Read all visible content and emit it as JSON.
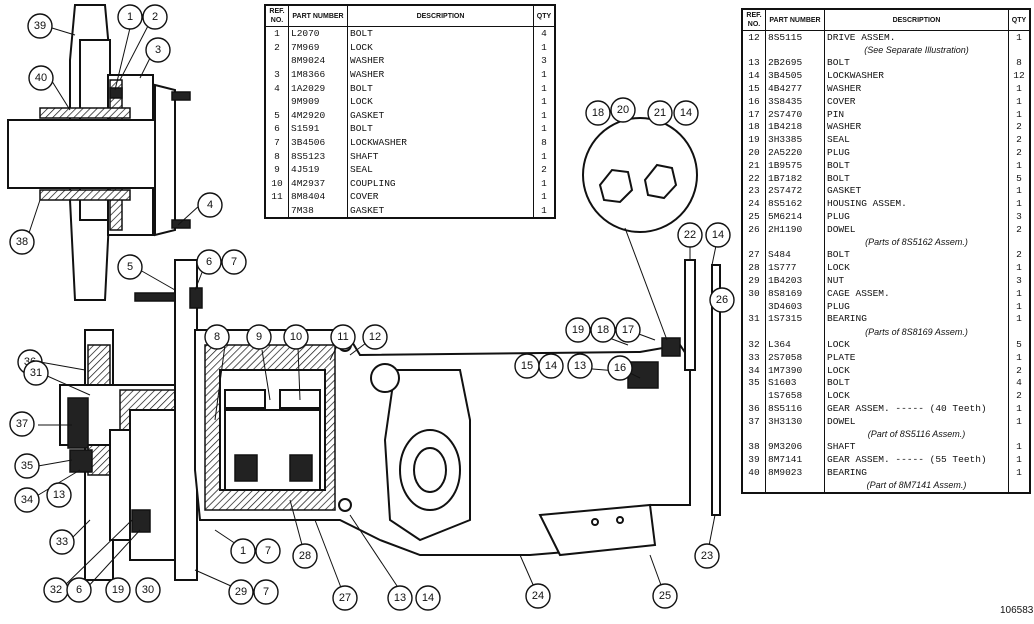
{
  "table_left": {
    "headers": {
      "ref": "REF. NO.",
      "part": "PART NUMBER",
      "desc": "DESCRIPTION",
      "qty": "QTY"
    },
    "rows": [
      {
        "ref": "1",
        "part": "L2070",
        "desc": "BOLT",
        "qty": "4"
      },
      {
        "ref": "2",
        "part": "7M969",
        "desc": "LOCK",
        "qty": "1"
      },
      {
        "ref": "",
        "part": "8M9024",
        "desc": "WASHER",
        "qty": "3"
      },
      {
        "ref": "3",
        "part": "1M8366",
        "desc": "WASHER",
        "qty": "1"
      },
      {
        "ref": "4",
        "part": "1A2029",
        "desc": "BOLT",
        "qty": "1"
      },
      {
        "ref": "",
        "part": "9M909",
        "desc": "LOCK",
        "qty": "1"
      },
      {
        "ref": "5",
        "part": "4M2920",
        "desc": "GASKET",
        "qty": "1"
      },
      {
        "ref": "6",
        "part": "S1591",
        "desc": "BOLT",
        "qty": "1"
      },
      {
        "ref": "7",
        "part": "3B4506",
        "desc": "LOCKWASHER",
        "qty": "8"
      },
      {
        "ref": "8",
        "part": "8S5123",
        "desc": "SHAFT",
        "qty": "1"
      },
      {
        "ref": "9",
        "part": "4J519",
        "desc": "SEAL",
        "qty": "2"
      },
      {
        "ref": "10",
        "part": "4M2937",
        "desc": "COUPLING",
        "qty": "1"
      },
      {
        "ref": "11",
        "part": "8M8404",
        "desc": "COVER",
        "qty": "1"
      },
      {
        "ref": "",
        "part": "7M38",
        "desc": "GASKET",
        "qty": "1"
      }
    ]
  },
  "table_right": {
    "headers": {
      "ref": "REF. NO.",
      "part": "PART NUMBER",
      "desc": "DESCRIPTION",
      "qty": "QTY"
    },
    "rows": [
      {
        "ref": "12",
        "part": "8S5115",
        "desc": "DRIVE ASSEM.",
        "qty": "1",
        "sub": false
      },
      {
        "ref": "",
        "part": "",
        "desc": "(See Separate Illustration)",
        "qty": "",
        "sub": true
      },
      {
        "ref": "13",
        "part": "2B2695",
        "desc": "BOLT",
        "qty": "8",
        "sub": false
      },
      {
        "ref": "14",
        "part": "3B4505",
        "desc": "LOCKWASHER",
        "qty": "12",
        "sub": false
      },
      {
        "ref": "15",
        "part": "4B4277",
        "desc": "WASHER",
        "qty": "1",
        "sub": false
      },
      {
        "ref": "16",
        "part": "3S8435",
        "desc": "COVER",
        "qty": "1",
        "sub": false
      },
      {
        "ref": "17",
        "part": "2S7470",
        "desc": "PIN",
        "qty": "1",
        "sub": false
      },
      {
        "ref": "18",
        "part": "1B4218",
        "desc": "WASHER",
        "qty": "2",
        "sub": false
      },
      {
        "ref": "19",
        "part": "3H3385",
        "desc": "SEAL",
        "qty": "2",
        "sub": false
      },
      {
        "ref": "20",
        "part": "2A5220",
        "desc": "PLUG",
        "qty": "2",
        "sub": false
      },
      {
        "ref": "21",
        "part": "1B9575",
        "desc": "BOLT",
        "qty": "1",
        "sub": false
      },
      {
        "ref": "22",
        "part": "1B7182",
        "desc": "BOLT",
        "qty": "5",
        "sub": false
      },
      {
        "ref": "23",
        "part": "2S7472",
        "desc": "GASKET",
        "qty": "1",
        "sub": false
      },
      {
        "ref": "24",
        "part": "8S5162",
        "desc": "HOUSING ASSEM.",
        "qty": "1",
        "sub": false
      },
      {
        "ref": "25",
        "part": "5M6214",
        "desc": "PLUG",
        "qty": "3",
        "sub": false
      },
      {
        "ref": "26",
        "part": "2H1190",
        "desc": "DOWEL",
        "qty": "2",
        "sub": false
      },
      {
        "ref": "",
        "part": "",
        "desc": "(Parts of 8S5162 Assem.)",
        "qty": "",
        "sub": true
      },
      {
        "ref": "27",
        "part": "S484",
        "desc": "BOLT",
        "qty": "2",
        "sub": false
      },
      {
        "ref": "28",
        "part": "1S777",
        "desc": "LOCK",
        "qty": "1",
        "sub": false
      },
      {
        "ref": "29",
        "part": "1B4203",
        "desc": "NUT",
        "qty": "3",
        "sub": false
      },
      {
        "ref": "30",
        "part": "8S8169",
        "desc": "CAGE ASSEM.",
        "qty": "1",
        "sub": false
      },
      {
        "ref": "",
        "part": "3D4603",
        "desc": "PLUG",
        "qty": "1",
        "sub": false
      },
      {
        "ref": "31",
        "part": "1S7315",
        "desc": "BEARING",
        "qty": "1",
        "sub": false
      },
      {
        "ref": "",
        "part": "",
        "desc": "(Parts of 8S8169 Assem.)",
        "qty": "",
        "sub": true
      },
      {
        "ref": "32",
        "part": "L364",
        "desc": "LOCK",
        "qty": "5",
        "sub": false
      },
      {
        "ref": "33",
        "part": "2S7058",
        "desc": "PLATE",
        "qty": "1",
        "sub": false
      },
      {
        "ref": "34",
        "part": "1M7390",
        "desc": "LOCK",
        "qty": "2",
        "sub": false
      },
      {
        "ref": "35",
        "part": "S1603",
        "desc": "BOLT",
        "qty": "4",
        "sub": false
      },
      {
        "ref": "",
        "part": "1S7658",
        "desc": "LOCK",
        "qty": "2",
        "sub": false
      },
      {
        "ref": "36",
        "part": "8S5116",
        "desc": "GEAR ASSEM. ----- (40 Teeth)",
        "qty": "1",
        "sub": false
      },
      {
        "ref": "37",
        "part": "3H3130",
        "desc": "DOWEL",
        "qty": "1",
        "sub": false
      },
      {
        "ref": "",
        "part": "",
        "desc": "(Part of 8S5116 Assem.)",
        "qty": "",
        "sub": true
      },
      {
        "ref": "38",
        "part": "9M3206",
        "desc": "SHAFT",
        "qty": "1",
        "sub": false
      },
      {
        "ref": "39",
        "part": "8M7141",
        "desc": "GEAR ASSEM. ----- (55 Teeth)",
        "qty": "1",
        "sub": false
      },
      {
        "ref": "40",
        "part": "8M9023",
        "desc": "BEARING",
        "qty": "1",
        "sub": false
      },
      {
        "ref": "",
        "part": "",
        "desc": "(Part of 8M7141 Assem.)",
        "qty": "",
        "sub": true
      }
    ]
  },
  "callouts": [
    "39",
    "1",
    "2",
    "3",
    "40",
    "4",
    "38",
    "5",
    "6",
    "7",
    "36",
    "8",
    "9",
    "10",
    "11",
    "12",
    "31",
    "37",
    "35",
    "34",
    "13",
    "33",
    "32",
    "6",
    "19",
    "30",
    "29",
    "7",
    "1",
    "7",
    "28",
    "27",
    "13",
    "14",
    "24",
    "25",
    "23",
    "15",
    "14",
    "13",
    "16",
    "19",
    "18",
    "17",
    "22",
    "14",
    "26",
    "18",
    "20",
    "21",
    "14"
  ],
  "figure_number": "106583"
}
